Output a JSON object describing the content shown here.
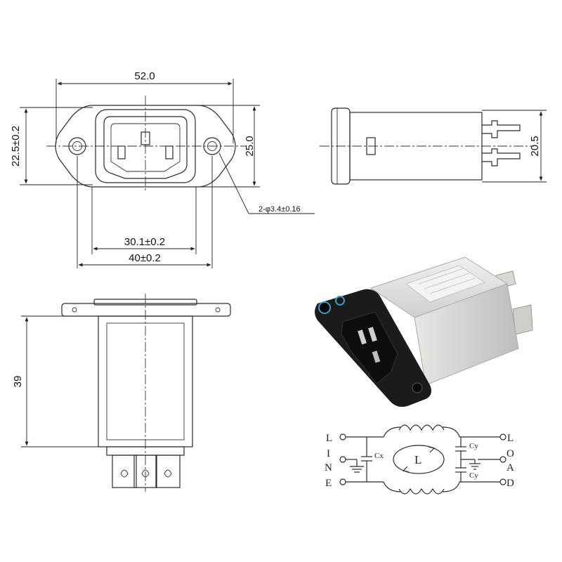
{
  "dimensions": {
    "overall_width": "52.0",
    "flange_height": "22.5±0.2",
    "body_height_front": "25.0",
    "side_height": "20.5",
    "hole_spec": "2-φ3.4±0.16",
    "inner_width": "30.1±0.2",
    "hole_spacing": "40±0.2",
    "body_length": "39"
  },
  "schematic": {
    "left_letters": [
      "L",
      "I",
      "N",
      "E"
    ],
    "right_letters": [
      "L",
      "O",
      "A",
      "D"
    ],
    "cx_label": "Cx",
    "cy_top_label": "Cy",
    "cy_bottom_label": "Cy",
    "inductor_label": "L"
  },
  "colors": {
    "line": "#2a2a2a",
    "body_metal": "#d9d9d6",
    "socket_black": "#1b1b1b"
  }
}
